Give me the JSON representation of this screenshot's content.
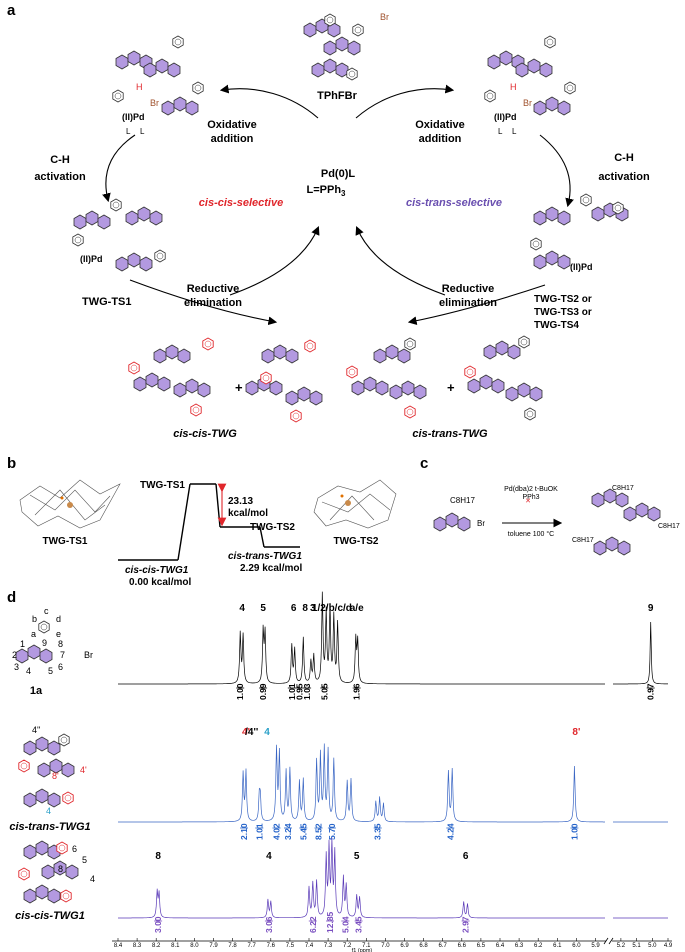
{
  "panel_a": {
    "label": "a",
    "catalyst": "Pd(0)L",
    "ligand": "L=PPh",
    "ligand_sub": "3",
    "top_reagent": "TPhFBr",
    "oxidative_addition_line1": "Oxidative",
    "oxidative_addition_line2": "addition",
    "ch_activation_line1": "C-H",
    "ch_activation_line2": "activation",
    "reductive_line1": "Reductive",
    "reductive_line2": "elimination",
    "cis_cis_selective": "cis-cis-selective",
    "cis_trans_selective": "cis-trans-selective",
    "ts1": "TWG-TS1",
    "ts234_line1": "TWG-TS2 or",
    "ts234_line2": "TWG-TS3 or",
    "ts234_line3": "TWG-TS4",
    "pd_label": "(II)Pd",
    "br": "Br",
    "h": "H",
    "l": "L",
    "plus": "+",
    "product_cis_cis": "cis-cis-TWG",
    "product_cis_trans": "cis-trans-TWG",
    "colors": {
      "purple_fill": "#b399e0",
      "red": "#e0262b",
      "purple_text": "#6a4fb0",
      "blue": "#2563c9",
      "brown": "#a0522d"
    }
  },
  "panel_b": {
    "label": "b",
    "ts1_top": "TWG-TS1",
    "energy_ts": "23.13",
    "energy_ts_unit": "kcal/mol",
    "ts2_level": "TWG-TS2",
    "cis_cis_name": "cis-cis-TWG1",
    "cis_cis_energy": "0.00 kcal/mol",
    "cis_trans_name": "cis-trans-TWG1",
    "cis_trans_energy": "2.29 kcal/mol",
    "struct_left_label": "TWG-TS1",
    "struct_right_label": "TWG-TS2"
  },
  "panel_c": {
    "label": "c",
    "c8h17": "C8H17",
    "br": "Br",
    "cond_line1": "Pd(dba)2 t-BuOK",
    "cond_line2": "PPh3",
    "cond_line3": "toluene  100 °C"
  },
  "panel_d": {
    "label": "d",
    "compound_1a": "1a",
    "compound_cis_trans": "cis-trans-TWG1",
    "compound_cis_cis": "cis-cis-TWG1",
    "atom_labels_1a": [
      "b",
      "c",
      "d",
      "a",
      "e",
      "9",
      "1",
      "2",
      "3",
      "4",
      "5",
      "6",
      "7",
      "8",
      "Br"
    ],
    "atom_labels_ct": [
      "4''",
      "8'",
      "4'",
      "4"
    ],
    "atom_labels_cc": [
      "6",
      "5",
      "8",
      "4"
    ],
    "xaxis": {
      "label": "f1 (ppm)",
      "ticks_left": [
        "8.4",
        "8.3",
        "8.2",
        "8.1",
        "8.0",
        "7.9",
        "7.8",
        "7.7",
        "7.6",
        "7.5",
        "7.4",
        "7.3",
        "7.2",
        "7.1",
        "7.0",
        "6.9",
        "6.8",
        "6.7",
        "6.6",
        "6.5",
        "6.4",
        "6.3",
        "6.2",
        "6.1",
        "6.0",
        "5.9"
      ],
      "ticks_right": [
        "5.2",
        "5.1",
        "5.0",
        "4.9"
      ]
    }
  },
  "chart_data": [
    {
      "type": "line",
      "name": "1a",
      "x_unit": "ppm",
      "xlim": [
        8.4,
        4.9
      ],
      "peak_labels": [
        {
          "label": "4",
          "ppm": 7.75
        },
        {
          "label": "5",
          "ppm": 7.64
        },
        {
          "label": "6",
          "ppm": 7.48
        },
        {
          "label": "8",
          "ppm": 7.42
        },
        {
          "label": "3",
          "ppm": 7.38
        },
        {
          "label": "1/2/b/c/d",
          "ppm": 7.28
        },
        {
          "label": "a/e",
          "ppm": 7.15
        },
        {
          "label": "9",
          "ppm": 5.01
        }
      ],
      "integrals": [
        {
          "ppm": 7.76,
          "value": "1.00"
        },
        {
          "ppm": 7.64,
          "value": "0.99"
        },
        {
          "ppm": 7.49,
          "value": "1.01"
        },
        {
          "ppm": 7.45,
          "value": "0.95"
        },
        {
          "ppm": 7.41,
          "value": "1.03"
        },
        {
          "ppm": 7.32,
          "value": "5.05"
        },
        {
          "ppm": 7.15,
          "value": "1.96"
        },
        {
          "ppm": 5.01,
          "value": "0.97"
        }
      ]
    },
    {
      "type": "line",
      "name": "cis-trans-TWG1",
      "x_unit": "ppm",
      "xlim": [
        8.4,
        4.9
      ],
      "peak_labels": [
        {
          "label": "4'",
          "ppm": 7.73
        },
        {
          "label": "/4''",
          "ppm": 7.7
        },
        {
          "label": "4",
          "ppm": 7.62
        },
        {
          "label": "8'",
          "ppm": 6.0
        }
      ],
      "integrals": [
        {
          "ppm": 7.74,
          "value": "2.10"
        },
        {
          "ppm": 7.66,
          "value": "1.01"
        },
        {
          "ppm": 7.57,
          "value": "4.02"
        },
        {
          "ppm": 7.51,
          "value": "3.24"
        },
        {
          "ppm": 7.43,
          "value": "5.45"
        },
        {
          "ppm": 7.35,
          "value": "8.52"
        },
        {
          "ppm": 7.28,
          "value": "5.70"
        },
        {
          "ppm": 7.04,
          "value": "3.35"
        },
        {
          "ppm": 6.66,
          "value": "4.24"
        },
        {
          "ppm": 6.01,
          "value": "1.00"
        }
      ]
    },
    {
      "type": "line",
      "name": "cis-cis-TWG1",
      "x_unit": "ppm",
      "xlim": [
        8.4,
        4.9
      ],
      "peak_labels": [
        {
          "label": "8",
          "ppm": 8.19
        },
        {
          "label": "4",
          "ppm": 7.61
        },
        {
          "label": "5",
          "ppm": 7.15
        },
        {
          "label": "6",
          "ppm": 6.58
        }
      ],
      "integrals": [
        {
          "ppm": 8.19,
          "value": "3.00"
        },
        {
          "ppm": 7.61,
          "value": "3.06"
        },
        {
          "ppm": 7.38,
          "value": "6.22"
        },
        {
          "ppm": 7.29,
          "value": "12.85"
        },
        {
          "ppm": 7.21,
          "value": "5.04"
        },
        {
          "ppm": 7.14,
          "value": "3.45"
        },
        {
          "ppm": 6.58,
          "value": "2.97"
        }
      ]
    }
  ]
}
